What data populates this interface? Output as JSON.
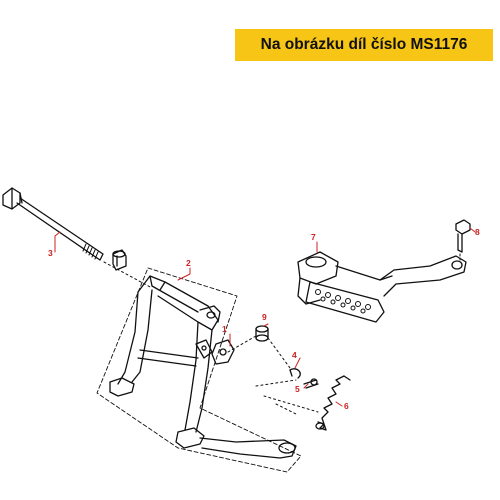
{
  "banner": {
    "text": "Na obrázku díl číslo MS1176",
    "color": "#f6c516"
  },
  "callout_color": "#cc2222",
  "callouts": [
    {
      "id": "c3",
      "label": "3"
    },
    {
      "id": "c2",
      "label": "2"
    },
    {
      "id": "c1",
      "label": "1"
    },
    {
      "id": "c9",
      "label": "9"
    },
    {
      "id": "c7",
      "label": "7"
    },
    {
      "id": "c8",
      "label": "8"
    },
    {
      "id": "c4",
      "label": "4"
    },
    {
      "id": "c5",
      "label": "5"
    },
    {
      "id": "c6",
      "label": "6"
    }
  ]
}
